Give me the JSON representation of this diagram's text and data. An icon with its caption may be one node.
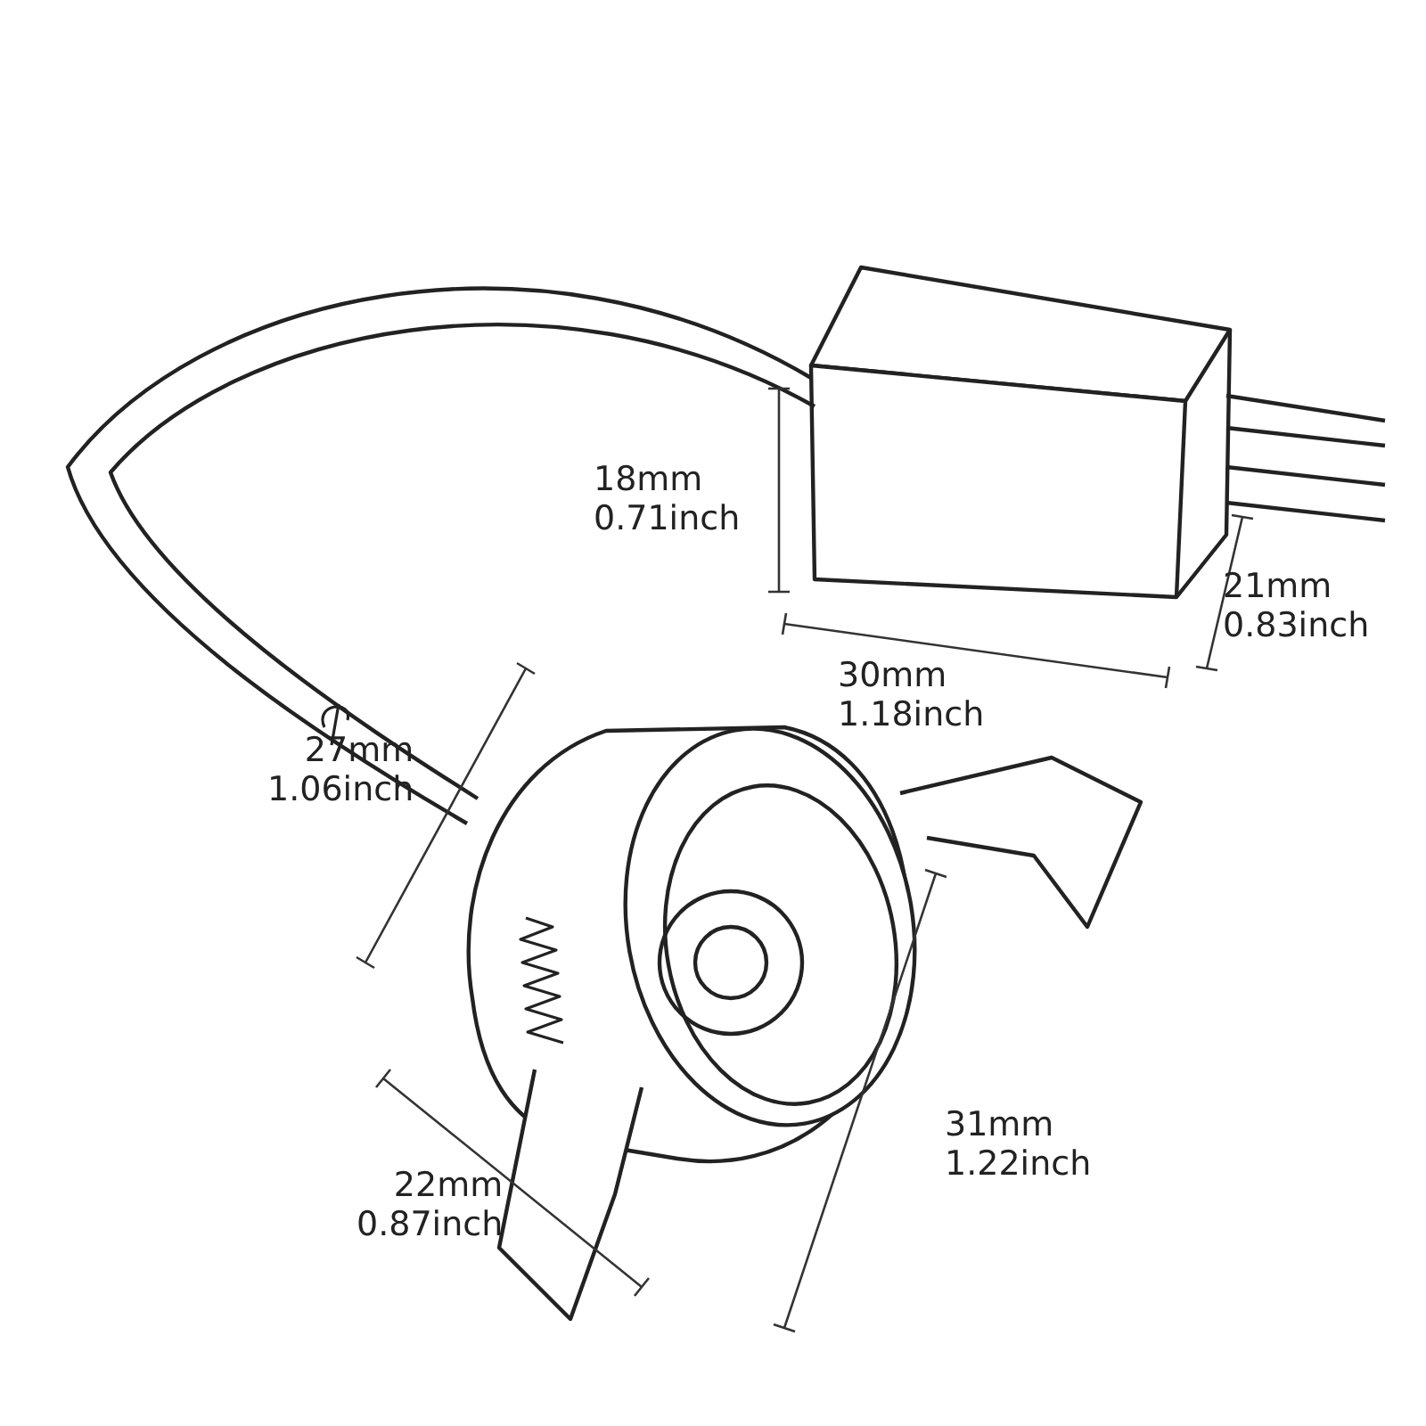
{
  "diagram": {
    "labels": [
      "18mm 0.71inch",
      "21mm 0.83inch",
      "30mm 1.18inch",
      "27mm 1.06inch",
      "31mm 1.22inch",
      "22mm 0.87inch"
    ]
  }
}
